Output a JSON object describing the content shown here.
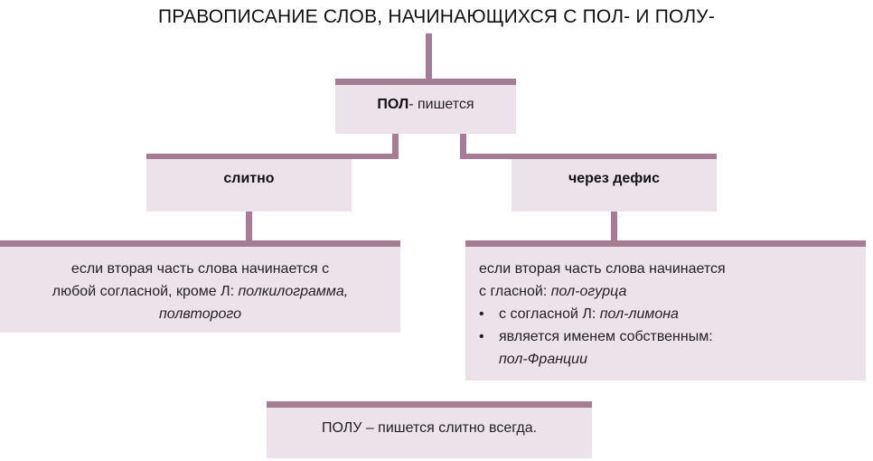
{
  "title": "ПРАВОПИСАНИЕ СЛОВ, НАЧИНАЮЩИХСЯ С ПОЛ- И ПОЛУ-",
  "pol_box": {
    "prefix": "ПОЛ",
    "rest": "- пишется"
  },
  "left_box": {
    "label": "слитно"
  },
  "right_box": {
    "label": "через дефис"
  },
  "left_rule": {
    "line1": "если вторая часть слова начинается с",
    "line2_text": "любой согласной, кроме Л: ",
    "line2_example": "полкилограмма,",
    "line3_example": "полвторого"
  },
  "right_rule": {
    "line1": "если вторая часть слова начинается",
    "line2_text": "с гласной: ",
    "line2_example": "пол-огурца",
    "bullet_char": "•",
    "bullet1_text": "с согласной Л: ",
    "bullet1_example": "пол-лимона",
    "bullet2_text": "является именем собственным:",
    "bullet2_example": "пол-Франции"
  },
  "polu_box": {
    "text": "ПОЛУ – пишется слитно всегда."
  },
  "colors": {
    "accent": "#a67c95",
    "box_fill": "#ece3ea"
  }
}
